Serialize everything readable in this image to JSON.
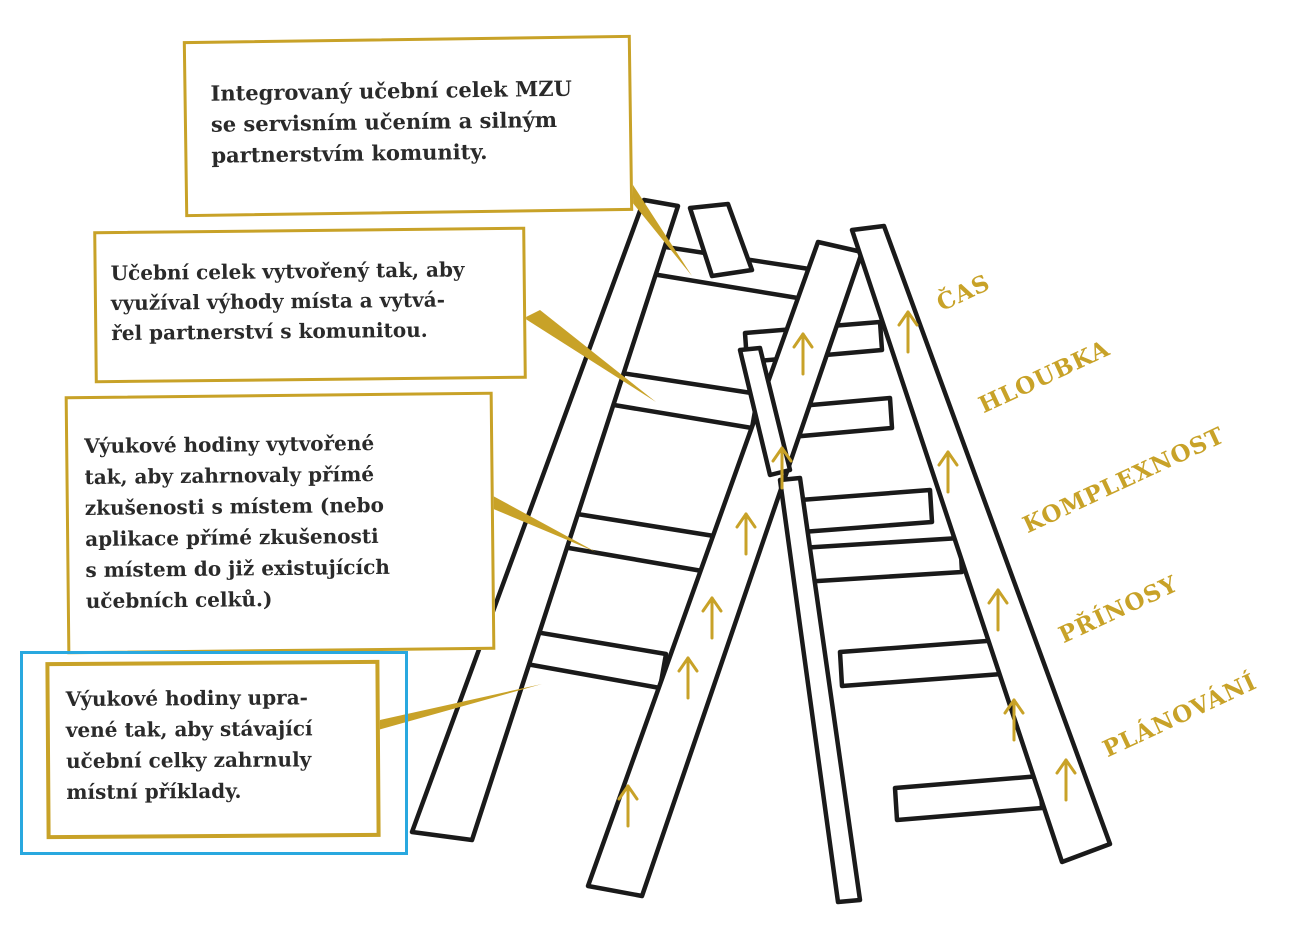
{
  "colors": {
    "gold": "#c8a228",
    "ink": "#1a1a1a",
    "highlight": "#29a8df",
    "background": "#ffffff"
  },
  "boxes": [
    {
      "id": "box1",
      "text": "Integrovaný učební celek MZU\nse servisním učením a silným\npartnerstvím komunity."
    },
    {
      "id": "box2",
      "text": "Učební celek vytvořený tak, aby\nvyužíval výhody místa a vytvá-\nřel partnerství s komunitou."
    },
    {
      "id": "box3",
      "text": "Výukové hodiny vytvořené\ntak, aby zahrnovaly přímé\nzkušenosti s místem (nebo\naplikace přímé zkušenosti\ns místem do již existujících\nučebních celků.)"
    },
    {
      "id": "box4",
      "text": "Výukové hodiny upra-\nvené tak, aby stávající\nučební celky zahrnuly\nmístní příklady.",
      "highlighted": true
    }
  ],
  "dimensions": [
    "ČAS",
    "HLOUBKA",
    "KOMPLEXNOST",
    "PŘÍNOSY",
    "PLÁNOVÁNÍ"
  ]
}
